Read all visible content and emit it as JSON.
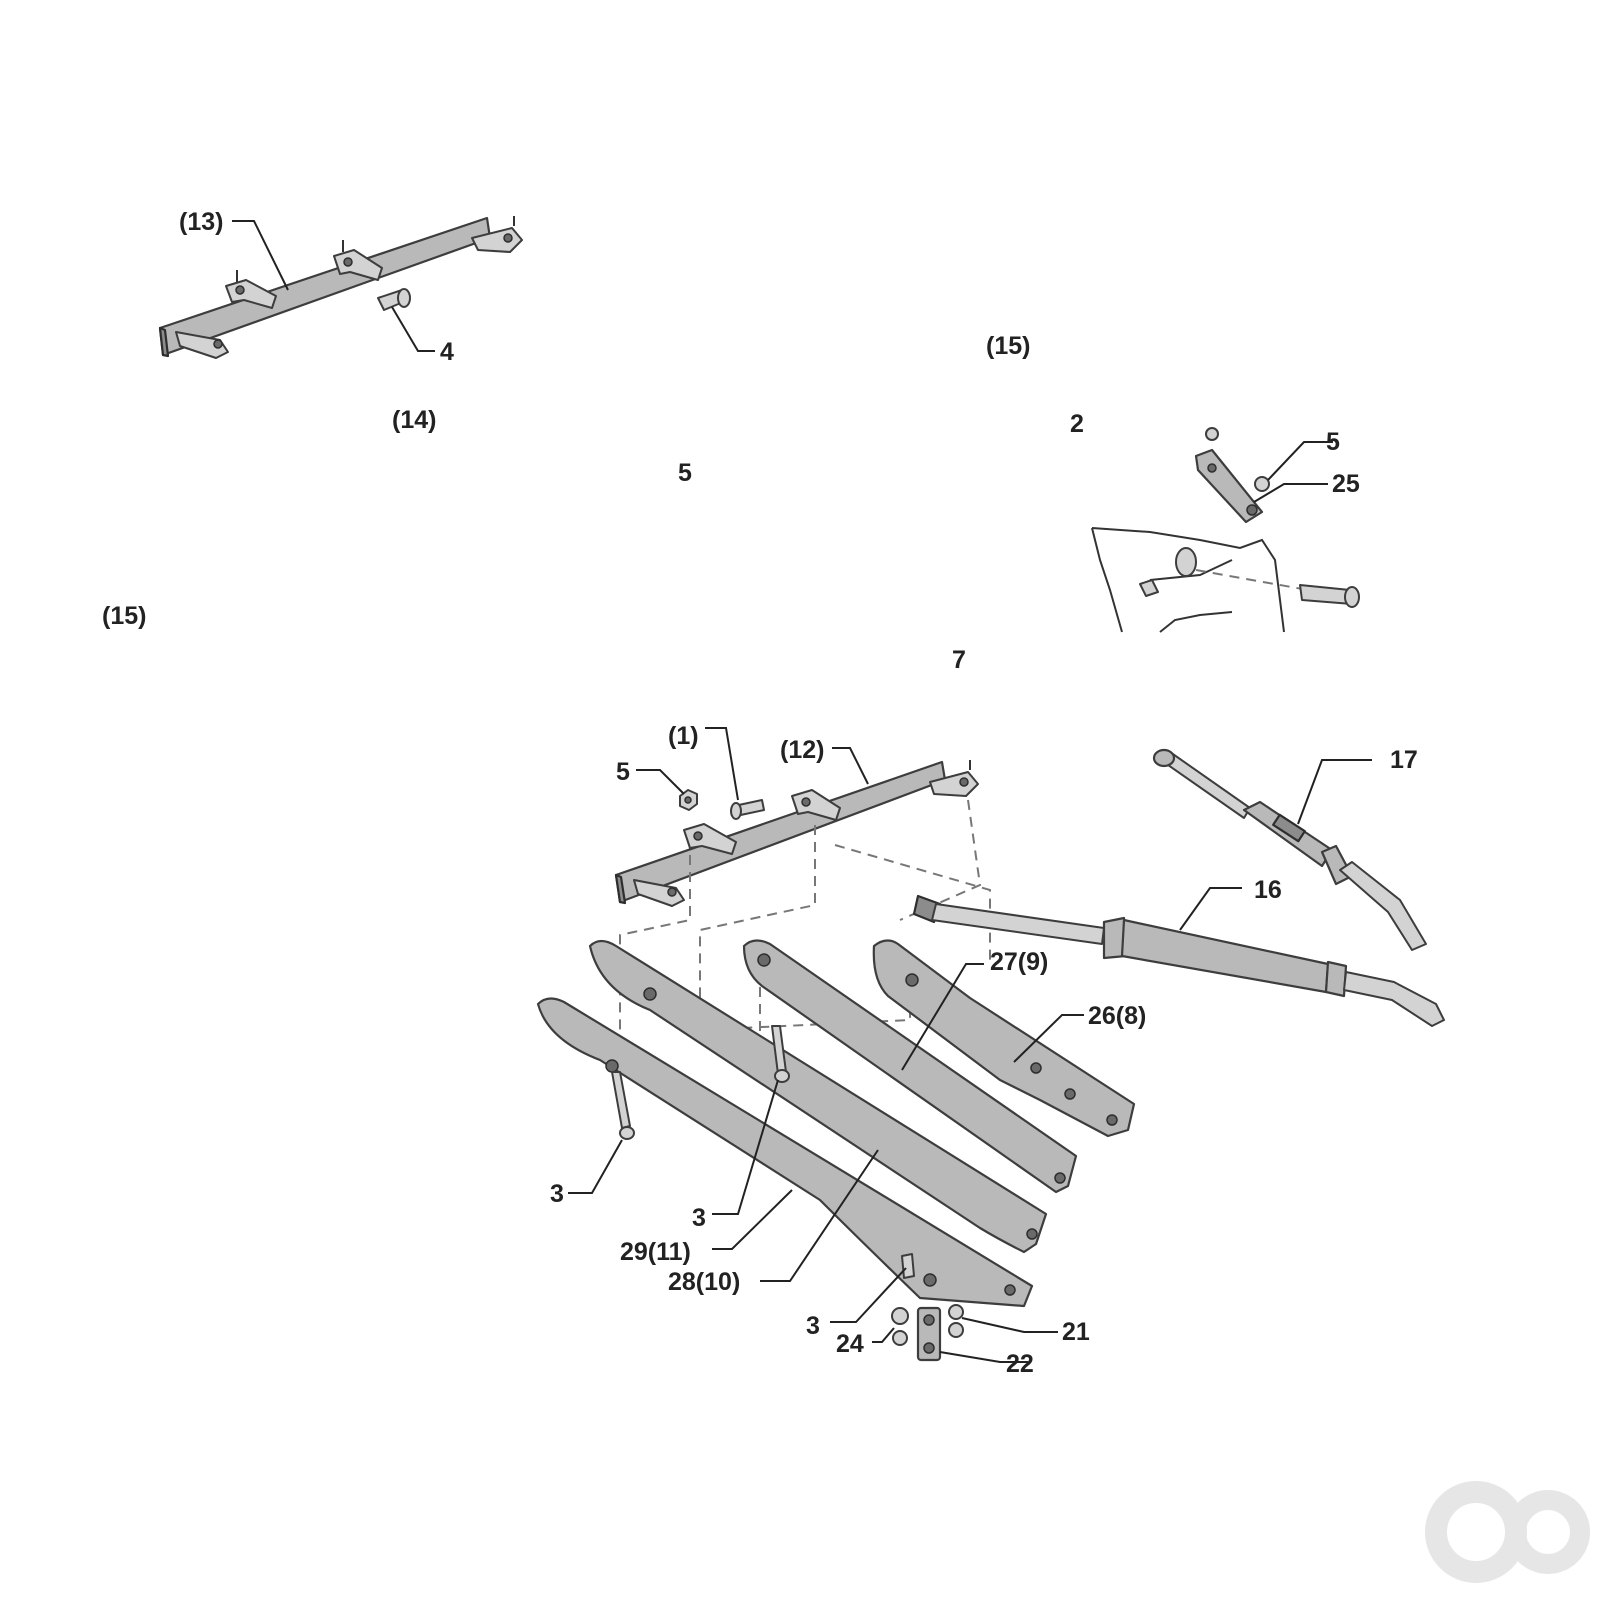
{
  "labels": {
    "l13": "(13)",
    "l4": "4",
    "l14": "(14)",
    "l15a": "(15)",
    "l2": "2",
    "l5a": "5",
    "l25": "25",
    "l5b": "5",
    "l15b": "(15)",
    "l7": "7",
    "l1": "(1)",
    "l12": "(12)",
    "l5c": "5",
    "l17": "17",
    "l16": "16",
    "l27_9": "27(9)",
    "l26_8": "26(8)",
    "l3a": "3",
    "l3b": "3",
    "l29_11": "29(11)",
    "l28_10": "28(10)",
    "l3c": "3",
    "l24": "24",
    "l21": "21",
    "l22": "22"
  },
  "colors": {
    "part_fill": "#b9b9b9",
    "part_outline": "#3d3d3d",
    "label_text": "#222222",
    "watermark": "#e6e6e6"
  },
  "icons": {
    "watermark": "ao-logo"
  }
}
